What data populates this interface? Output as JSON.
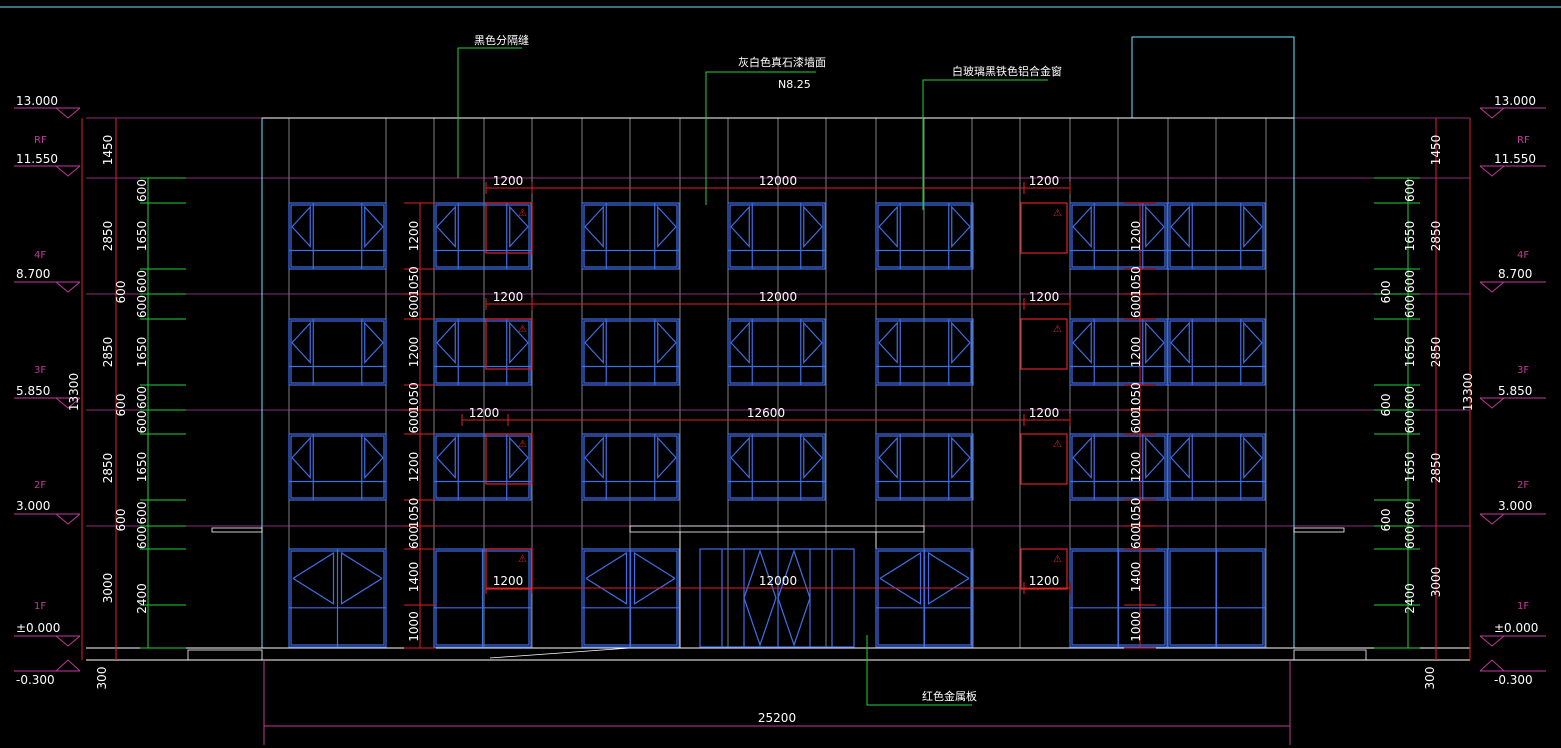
{
  "colors": {
    "background": "#000000",
    "wall": "#9aa0a6",
    "outline": "#66e8ff",
    "window": "#3f6fe6",
    "red": "#e0202a",
    "green": "#1fd23a",
    "magenta": "#c03a9a",
    "text": "#ffffff"
  },
  "levels": {
    "roof_top": "13.000",
    "rf_label": "RF",
    "rf": "11.550",
    "f4_label": "4F",
    "f4": "8.700",
    "f3_label": "3F",
    "f3": "5.850",
    "f2_label": "2F",
    "f2": "3.000",
    "f1_label": "1F",
    "f1": "±0.000",
    "ground": "-0.300"
  },
  "annotations": {
    "separation_joint": "黑色分隔缝",
    "stone_wall": "灰白色真石漆墙面",
    "stone_wall_code": "N8.25",
    "windows": "白玻璃黑铁色铝合金窗",
    "metal_panel": "红色金属板"
  },
  "outer_dims": {
    "total_height": "13300",
    "parapet": "1450",
    "floor_height": "2850",
    "ground_floor": "3000",
    "base": "300",
    "total_width": "25200"
  },
  "left_inner_dims": [
    "600",
    "1650",
    "600",
    "600",
    "1650",
    "600",
    "600",
    "1650",
    "600",
    "600",
    "2400"
  ],
  "window_inner_dims": [
    "1200",
    "1050",
    "600",
    "1200",
    "1050",
    "600",
    "1200",
    "1050",
    "600",
    "1400",
    "1000"
  ],
  "right_inner_dims": [
    "600",
    "1650",
    "600",
    "600",
    "1650",
    "600",
    "600",
    "1650",
    "600",
    "600",
    "2400"
  ],
  "side_floor_dim": "600",
  "horizontal_dims": [
    {
      "left": "1200",
      "mid": "12000",
      "right": "1200"
    },
    {
      "left": "1200",
      "mid": "12000",
      "right": "1200"
    },
    {
      "left": "1200",
      "mid": "12600",
      "right": "1200"
    },
    {
      "left": "1200",
      "mid": "12000",
      "right": "1200"
    }
  ],
  "warning_mark": "⚠"
}
